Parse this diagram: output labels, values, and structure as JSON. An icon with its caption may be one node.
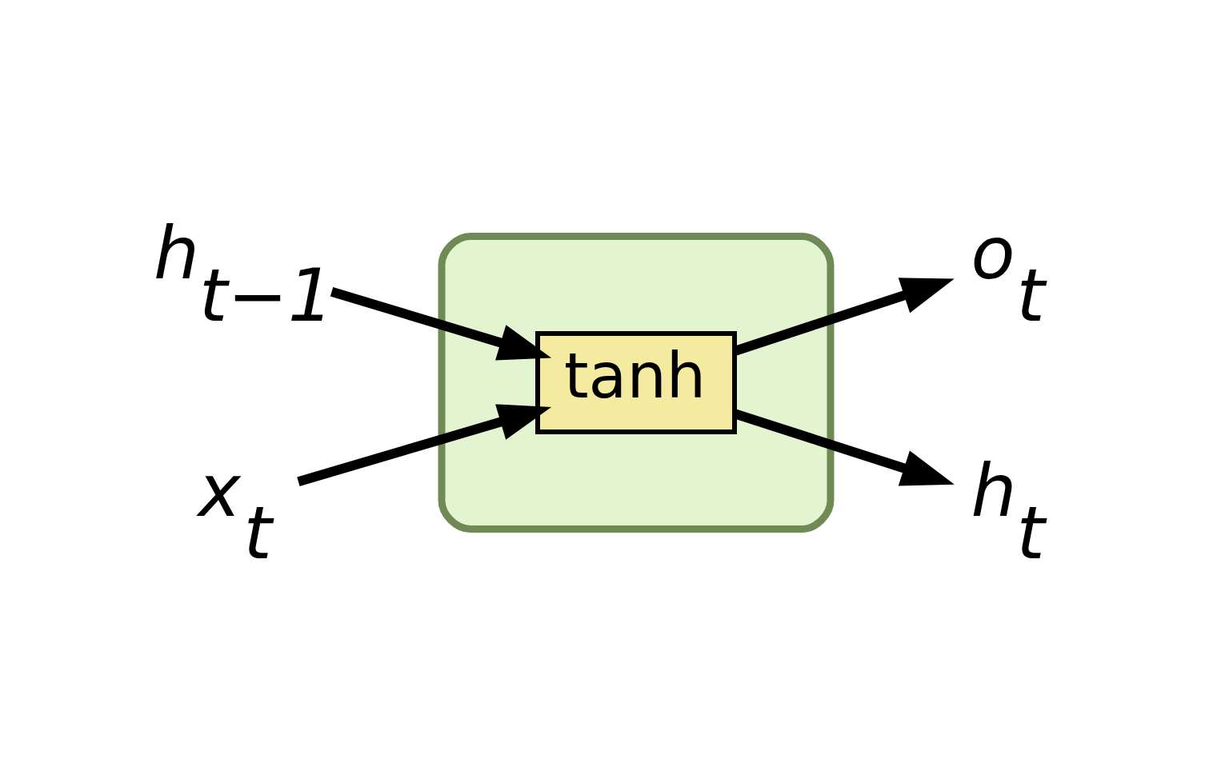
{
  "diagram": {
    "nodes": [
      {
        "text": [],
        "shape": "box"
      },
      {
        "text": [
          "h$_{t−1}$"
        ]
      },
      {
        "text": [
          "x$_{t}$"
        ]
      },
      {
        "text": [
          "tanh"
        ],
        "in": 0
      },
      {
        "text": [
          "o$_{t}$"
        ]
      },
      {
        "text": [
          "h$_{t}$"
        ]
      }
    ],
    "edges": [
      {
        "from": 1,
        "to": 3,
        "arrow": "to"
      },
      {
        "from": 2,
        "to": 3,
        "arrow": "to"
      },
      {
        "from": 3,
        "to": 4,
        "arrow": "to"
      },
      {
        "from": 3,
        "to": 5,
        "arrow": "to"
      }
    ]
  }
}
